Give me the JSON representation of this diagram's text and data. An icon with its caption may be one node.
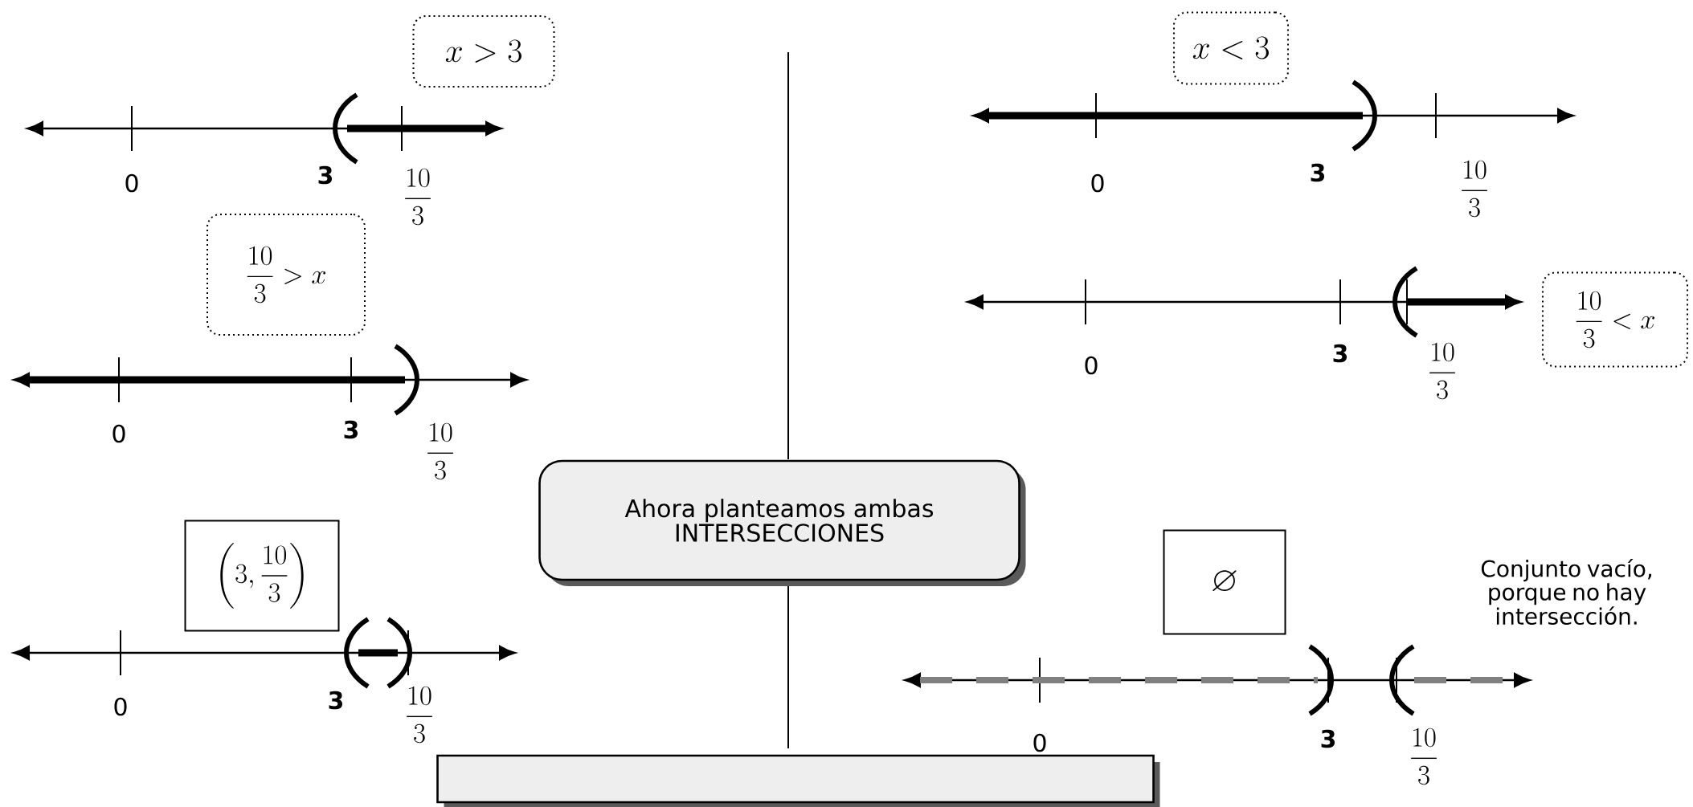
{
  "diagram": {
    "nodes": [
      {
        "text": [
          "x > 3"
        ]
      },
      {
        "text": [
          "\\frac{10}{3} > x"
        ]
      },
      {
        "text": [
          "\\left(3, \\frac{10}{3}\\right)"
        ]
      },
      {
        "text": [
          "x < 3"
        ]
      },
      {
        "text": [
          "\\frac{10}{3} < x"
        ]
      },
      {
        "text": [
          "Ahora planteamos ambas INTERSECCIONES"
        ]
      },
      {
        "text": [
          "\\varnothing"
        ]
      },
      {
        "text": [],
        "shape": "box"
      }
    ],
    "labels": [
      "0",
      "3",
      "\\frac{10}{3}",
      "0",
      "3",
      "\\frac{10}{3}",
      "0",
      "3",
      "\\frac{10}{3}",
      "0",
      "3",
      "\\frac{10}{3}",
      "0",
      "3",
      "\\frac{10}{3}",
      "0",
      "3",
      "\\frac{10}{3}",
      "Conjunto vacío, porque no hay intersección."
    ]
  }
}
